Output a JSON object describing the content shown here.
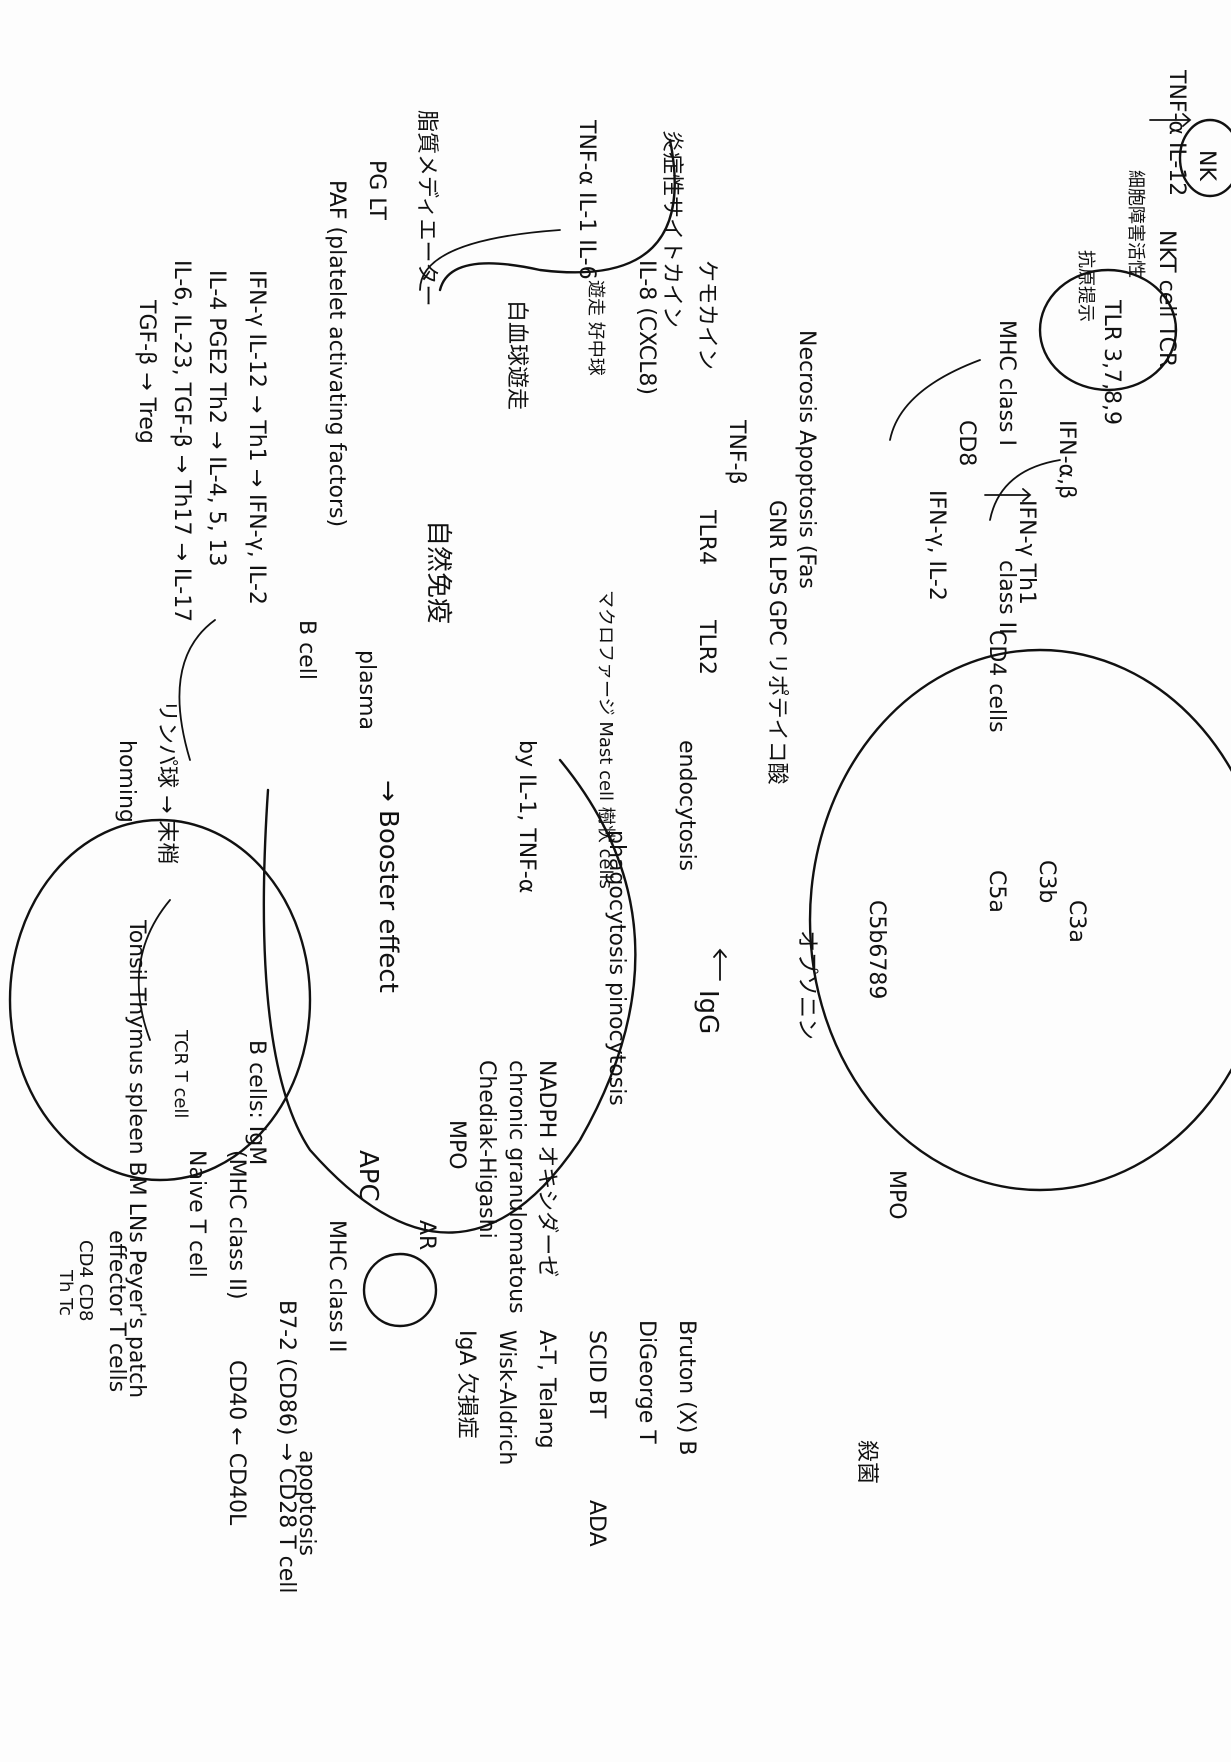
{
  "notes": [
    {
      "id": "tnfa-il12",
      "text": "TNF-α IL-12"
    },
    {
      "id": "nk",
      "text": "NK"
    },
    {
      "id": "nk-kill",
      "text": "細胞障害活性"
    },
    {
      "id": "nkt",
      "text": "NKT cell  TCR"
    },
    {
      "id": "nkt-desc",
      "text": "抗原提示"
    },
    {
      "id": "tlr-dc",
      "text": "TLR 3,7,8,9"
    },
    {
      "id": "ifnab",
      "text": "IFN-α,β"
    },
    {
      "id": "mhc-class",
      "text": "MHC class I"
    },
    {
      "id": "cd8",
      "text": "CD8"
    },
    {
      "id": "ifny-th1",
      "text": "IFN-γ Th1"
    },
    {
      "id": "ifny-il2",
      "text": "IFN-γ, IL-2"
    },
    {
      "id": "class-ii",
      "text": "class II"
    },
    {
      "id": "cd4",
      "text": "CD4 cells"
    },
    {
      "id": "enen",
      "text": "炎症性サイトカイン"
    },
    {
      "id": "tnfa-list",
      "text": "TNF-α IL-1 IL-6"
    },
    {
      "id": "chemokine",
      "text": "ケモカイン"
    },
    {
      "id": "il8",
      "text": "IL-8 (CXCL8)"
    },
    {
      "id": "il8-desc",
      "text": "遊走 好中球"
    },
    {
      "id": "koukyuu",
      "text": "白血球遊走"
    },
    {
      "id": "necrosis",
      "text": "Necrosis Apoptosis (Fas"
    },
    {
      "id": "tnfb",
      "text": "TNF-β"
    },
    {
      "id": "gnr",
      "text": "GNR LPS"
    },
    {
      "id": "tlr4",
      "text": "TLR4"
    },
    {
      "id": "gpc",
      "text": "GPC リポテイコ酸"
    },
    {
      "id": "tlr2",
      "text": "TLR2"
    },
    {
      "id": "mast",
      "text": "マクロファージ Mast cell 樹状 cells"
    },
    {
      "id": "endocytosis",
      "text": "endocytosis"
    },
    {
      "id": "phago",
      "text": "phagocytosis pinocytosis"
    },
    {
      "id": "il1tnf",
      "text": "by IL-1, TNF-α"
    },
    {
      "id": "kaishi",
      "text": "自然免疫"
    },
    {
      "id": "mediators",
      "text": "脂質メディエーター"
    },
    {
      "id": "pg-lt",
      "text": "PG LT"
    },
    {
      "id": "paf",
      "text": "PAF (platelet activating factors)"
    },
    {
      "id": "ifny-il12",
      "text": "IFN-γ IL-12 → Th1 → IFN-γ, IL-2"
    },
    {
      "id": "il4",
      "text": "IL-4 PGE2 Th2 → IL-4, 5, 13"
    },
    {
      "id": "il6",
      "text": "IL-6, IL-23, TGF-β → Th17 → IL-17"
    },
    {
      "id": "tgfb",
      "text": "TGF-β → Treg"
    },
    {
      "id": "plasma",
      "text": "plasma"
    },
    {
      "id": "bcell",
      "text": "B cell"
    },
    {
      "id": "hairpin",
      "text": "リンパ球 → 末梢"
    },
    {
      "id": "homing",
      "text": "homing"
    },
    {
      "id": "booster",
      "text": "→ Booster effect"
    },
    {
      "id": "tonsil",
      "text": "Tonsil Thymus spleen BM LNs Peyer's patch"
    },
    {
      "id": "bcells-igm",
      "text": "B cells: IgM"
    },
    {
      "id": "tcr-tcell",
      "text": "TCR T cell"
    },
    {
      "id": "mhc-ii",
      "text": "(MHC class II)"
    },
    {
      "id": "naive",
      "text": "Naive T cell"
    },
    {
      "id": "effector",
      "text": "effector T cells"
    },
    {
      "id": "cd4-cd8",
      "text": "CD4 CD8"
    },
    {
      "id": "th",
      "text": "Th  Tc"
    },
    {
      "id": "apc",
      "text": "APC"
    },
    {
      "id": "apc-mhc",
      "text": "MHC class II"
    },
    {
      "id": "cd28",
      "text": "B7-2 (CD86) → CD28 T cell"
    },
    {
      "id": "cd40",
      "text": "CD40 ← CD40L"
    },
    {
      "id": "apoptosis",
      "text": "apoptosis"
    },
    {
      "id": "complement",
      "text": "C5b6789"
    },
    {
      "id": "opsonin",
      "text": "オプソニン"
    },
    {
      "id": "c3b",
      "text": "C3b"
    },
    {
      "id": "c5a",
      "text": "C5a"
    },
    {
      "id": "c3a",
      "text": "C3a"
    },
    {
      "id": "igg",
      "text": "IgG"
    },
    {
      "id": "nadph",
      "text": "NADPH オキシダーゼ"
    },
    {
      "id": "cgd",
      "text": "chronic granulomatous"
    },
    {
      "id": "chediak",
      "text": "Chediak-Higashi"
    },
    {
      "id": "mpo",
      "text": "MPO"
    },
    {
      "id": "ar",
      "text": "AR"
    },
    {
      "id": "bruton",
      "text": "Bruton (X) B"
    },
    {
      "id": "digeorge",
      "text": "DiGeorge T"
    },
    {
      "id": "scid",
      "text": "SCID BT"
    },
    {
      "id": "ataxia",
      "text": "A-T, Telang"
    },
    {
      "id": "wisk",
      "text": "Wisk-Aldrich"
    },
    {
      "id": "iga",
      "text": "IgA 欠損症"
    },
    {
      "id": "ada",
      "text": "ADA"
    },
    {
      "id": "killer",
      "text": "殺菌"
    },
    {
      "id": "mpo2",
      "text": "MPO"
    }
  ]
}
